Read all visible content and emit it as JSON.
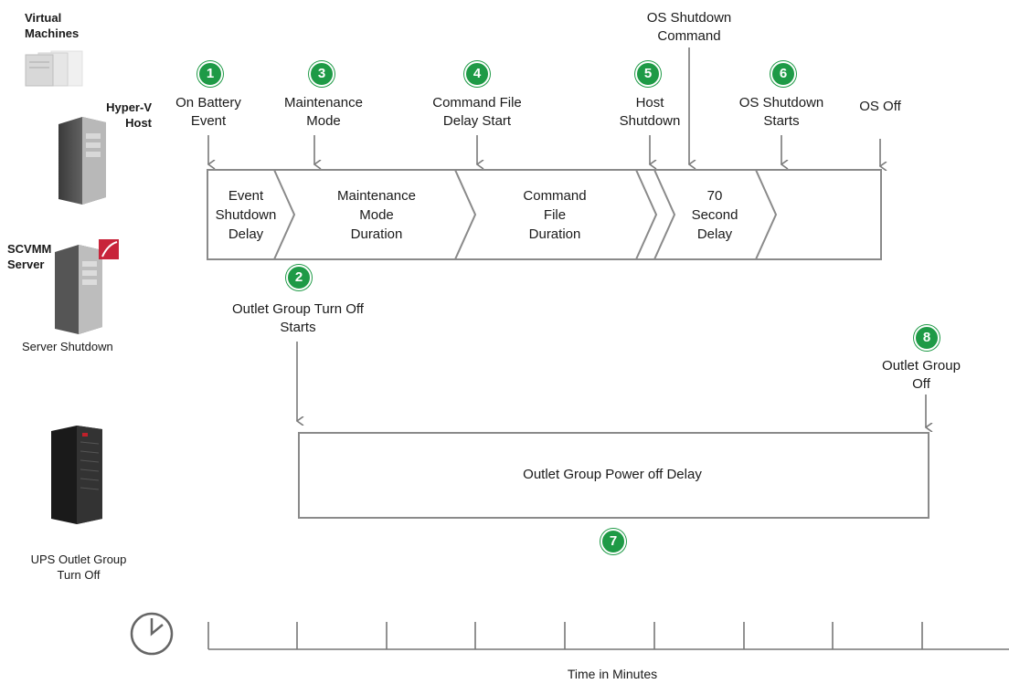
{
  "left_panel": {
    "virtual_machines": "Virtual\nMachines",
    "hyper_v_host": "Hyper-V\nHost",
    "scvmm_server": "SCVMM\nServer",
    "server_shutdown": "Server Shutdown",
    "ups_outlet_group": "UPS Outlet Group\nTurn Off"
  },
  "events": [
    {
      "num": "1",
      "label": "On Battery\nEvent"
    },
    {
      "num": "3",
      "label": "Maintenance\nMode"
    },
    {
      "num": "4",
      "label": "Command File\nDelay Start"
    },
    {
      "num": "5",
      "label": "Host\nShutdown"
    },
    {
      "num": "6",
      "label": "OS Shutdown\nStarts"
    },
    {
      "num": "",
      "label": "OS Off"
    },
    {
      "num": "",
      "label": "OS Shutdown\nCommand"
    },
    {
      "num": "2",
      "label": "Outlet Group Turn Off\nStarts"
    },
    {
      "num": "8",
      "label": "Outlet Group\nOff"
    }
  ],
  "segments": [
    "Event\nShutdown\nDelay",
    "Maintenance\nMode\nDuration",
    "Command\nFile\nDuration",
    "70\nSecond\nDelay"
  ],
  "outlet_box": {
    "label": "Outlet Group Power off Delay",
    "num": "7"
  },
  "axis": {
    "label": "Time in Minutes"
  },
  "colors": {
    "badge": "#1e9a46",
    "line": "#7a7a7a"
  }
}
